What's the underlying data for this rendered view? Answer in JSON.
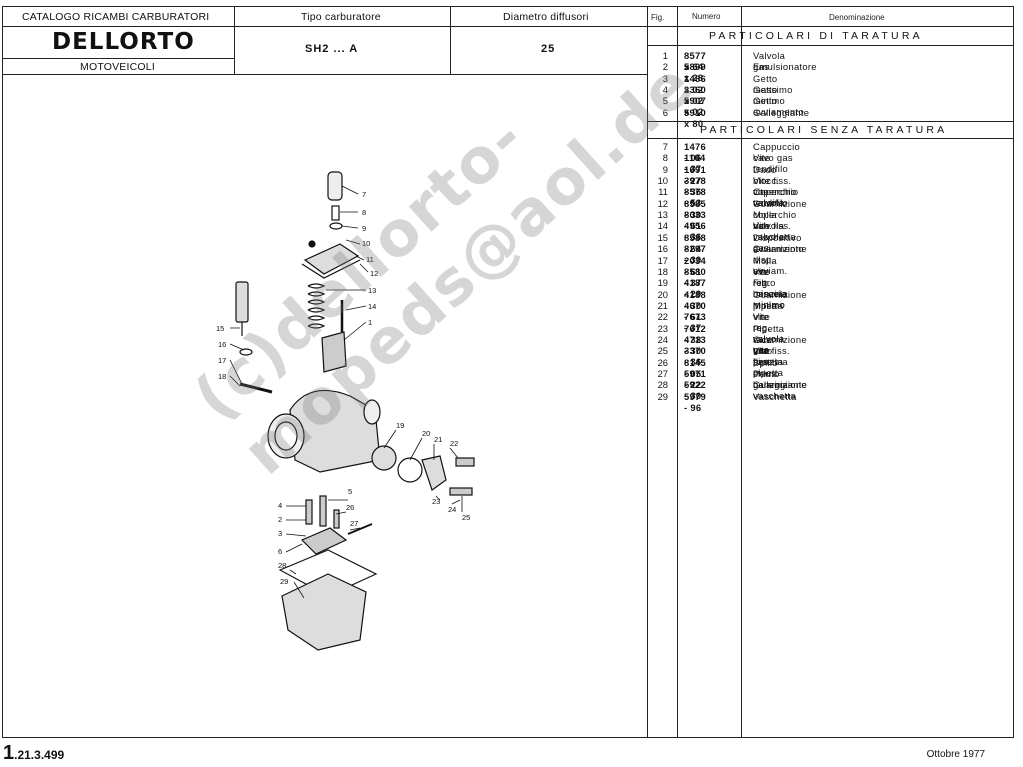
{
  "header": {
    "catalog_title": "CATALOGO RICAMBI CARBURATORI",
    "brand": "DELLORTO",
    "subtitle": "MOTOVEICOLI",
    "carb_type_label": "Tipo carburatore",
    "carb_type_value": "SH2 ... A",
    "diffuser_label": "Diametro diffusori",
    "diffuser_value": "25"
  },
  "table": {
    "col_fig": "Fig.",
    "col_number": "Numero",
    "col_name": "Denominazione",
    "section_calibrated": "PARTICOLARI DI TARATURA",
    "section_uncalibrated": "PARTICOLARI SENZA TARATURA",
    "calibrated_rows": [
      {
        "fig": "1",
        "code": "8577 x 64",
        "name": "Valvola gas"
      },
      {
        "fig": "2",
        "code": "5899 x 28",
        "name": "Emulsionatore"
      },
      {
        "fig": "3",
        "code": "1486 x 02",
        "name": "Getto massimo"
      },
      {
        "fig": "4",
        "code": "3360 x 02",
        "name": "Getto minimo"
      },
      {
        "fig": "5",
        "code": "5907 x 02",
        "name": "Getto avviamento"
      },
      {
        "fig": "6",
        "code": "5910 x 80",
        "name": "Galleggiante"
      }
    ],
    "uncalibrated_rows": [
      {
        "fig": "7",
        "code": "1476 - 06",
        "name": "Cappuccio cavo gas"
      },
      {
        "fig": "8",
        "code": "1104 - 37",
        "name": "Vite tendifilo"
      },
      {
        "fig": "9",
        "code": "1691 - 27",
        "name": "Dado blocc. vite tendifilo"
      },
      {
        "fig": "10",
        "code": "3978 - 36",
        "name": "Vite fiss. coperchio valvola"
      },
      {
        "fig": "11",
        "code": "8578 - 53",
        "name": "Coperchio valvola"
      },
      {
        "fig": "12",
        "code": "8585 - 30",
        "name": "Guarnizione coperchio valvola"
      },
      {
        "fig": "13",
        "code": "8033 - 61",
        "name": "Molla rich. valvola gas"
      },
      {
        "fig": "14",
        "code": "4956 - 36",
        "name": "Vite fiss. vaschetta"
      },
      {
        "fig": "15",
        "code": "8588 - 64",
        "name": "Dispositivo avviamento"
      },
      {
        "fig": "16",
        "code": "8297 - 30",
        "name": "Guarnizione disp. avviam."
      },
      {
        "fig": "17",
        "code": "2034 - 61",
        "name": "Molla vite reg. miscela minimo"
      },
      {
        "fig": "18",
        "code": "8580 - 37",
        "name": "Vite reg. miscela minimo"
      },
      {
        "fig": "19",
        "code": "4187 - 29",
        "name": "Filtro benzina"
      },
      {
        "fig": "20",
        "code": "4188 - 30",
        "name": "Guarnizione pipetta"
      },
      {
        "fig": "21",
        "code": "4670 - 61",
        "name": "Molla vite reg. valvola gas"
      },
      {
        "fig": "22",
        "code": "7673 - 37",
        "name": "Vite reg. valvola gas"
      },
      {
        "fig": "23",
        "code": "7612 - 38",
        "name": "Pipetta racc. tubo benzina"
      },
      {
        "fig": "24",
        "code": "4713 - 30",
        "name": "Guarnizione vite fiss. pipetta"
      },
      {
        "fig": "25",
        "code": "3370 - 36",
        "name": "Vite fiss. pipetta"
      },
      {
        "fig": "26",
        "code": "8145 - 05",
        "name": "Spillo chius. benzina"
      },
      {
        "fig": "27",
        "code": "5971 - 22",
        "name": "Perno galleggiante"
      },
      {
        "fig": "28",
        "code": "5922 - 30",
        "name": "Guarnizione vaschetta"
      },
      {
        "fig": "29",
        "code": "5979 - 96",
        "name": "Vaschetta"
      }
    ]
  },
  "diagram": {
    "callouts": [
      "1",
      "2",
      "3",
      "4",
      "5",
      "6",
      "7",
      "8",
      "9",
      "10",
      "11",
      "12",
      "13",
      "14",
      "15",
      "16",
      "17",
      "18",
      "19",
      "20",
      "21",
      "22",
      "23",
      "24",
      "25",
      "26",
      "27",
      "28",
      "29"
    ]
  },
  "watermark": "(c)dellorto-mopeds@aol.de",
  "footer": {
    "page_number_big": "1",
    "page_number_rest": ".21.3.499",
    "date": "Ottobre 1977"
  }
}
